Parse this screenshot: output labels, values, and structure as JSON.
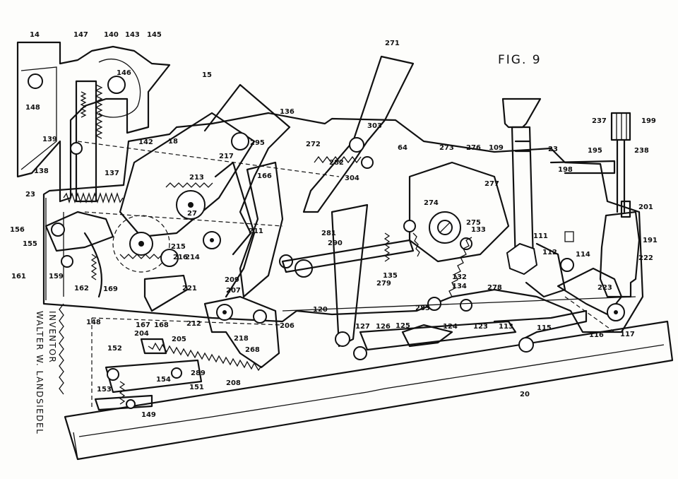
{
  "figure": {
    "label": "FIG. 9"
  },
  "inventor": {
    "heading": "INVENTOR",
    "name": "WALTER W. LANDSIEDEL"
  },
  "reference_numerals": [
    "14",
    "147",
    "140",
    "143",
    "145",
    "146",
    "148",
    "139",
    "138",
    "23",
    "137",
    "142",
    "18",
    "15",
    "136",
    "271",
    "217",
    "295",
    "213",
    "27",
    "166",
    "272",
    "303",
    "304",
    "282",
    "64",
    "273",
    "276",
    "109",
    "23",
    "237",
    "199",
    "195",
    "238",
    "198",
    "277",
    "274",
    "201",
    "156",
    "155",
    "211",
    "281",
    "275",
    "133",
    "191",
    "290",
    "111",
    "112",
    "114",
    "222",
    "161",
    "159",
    "162",
    "215",
    "216",
    "214",
    "135",
    "279",
    "132",
    "134",
    "278",
    "223",
    "169",
    "221",
    "209",
    "207",
    "283",
    "120",
    "116",
    "117",
    "167",
    "168",
    "212",
    "204",
    "148",
    "218",
    "206",
    "127",
    "126",
    "125",
    "124",
    "123",
    "113",
    "115",
    "205",
    "268",
    "152",
    "154",
    "151",
    "289",
    "208",
    "153",
    "149",
    "20"
  ]
}
